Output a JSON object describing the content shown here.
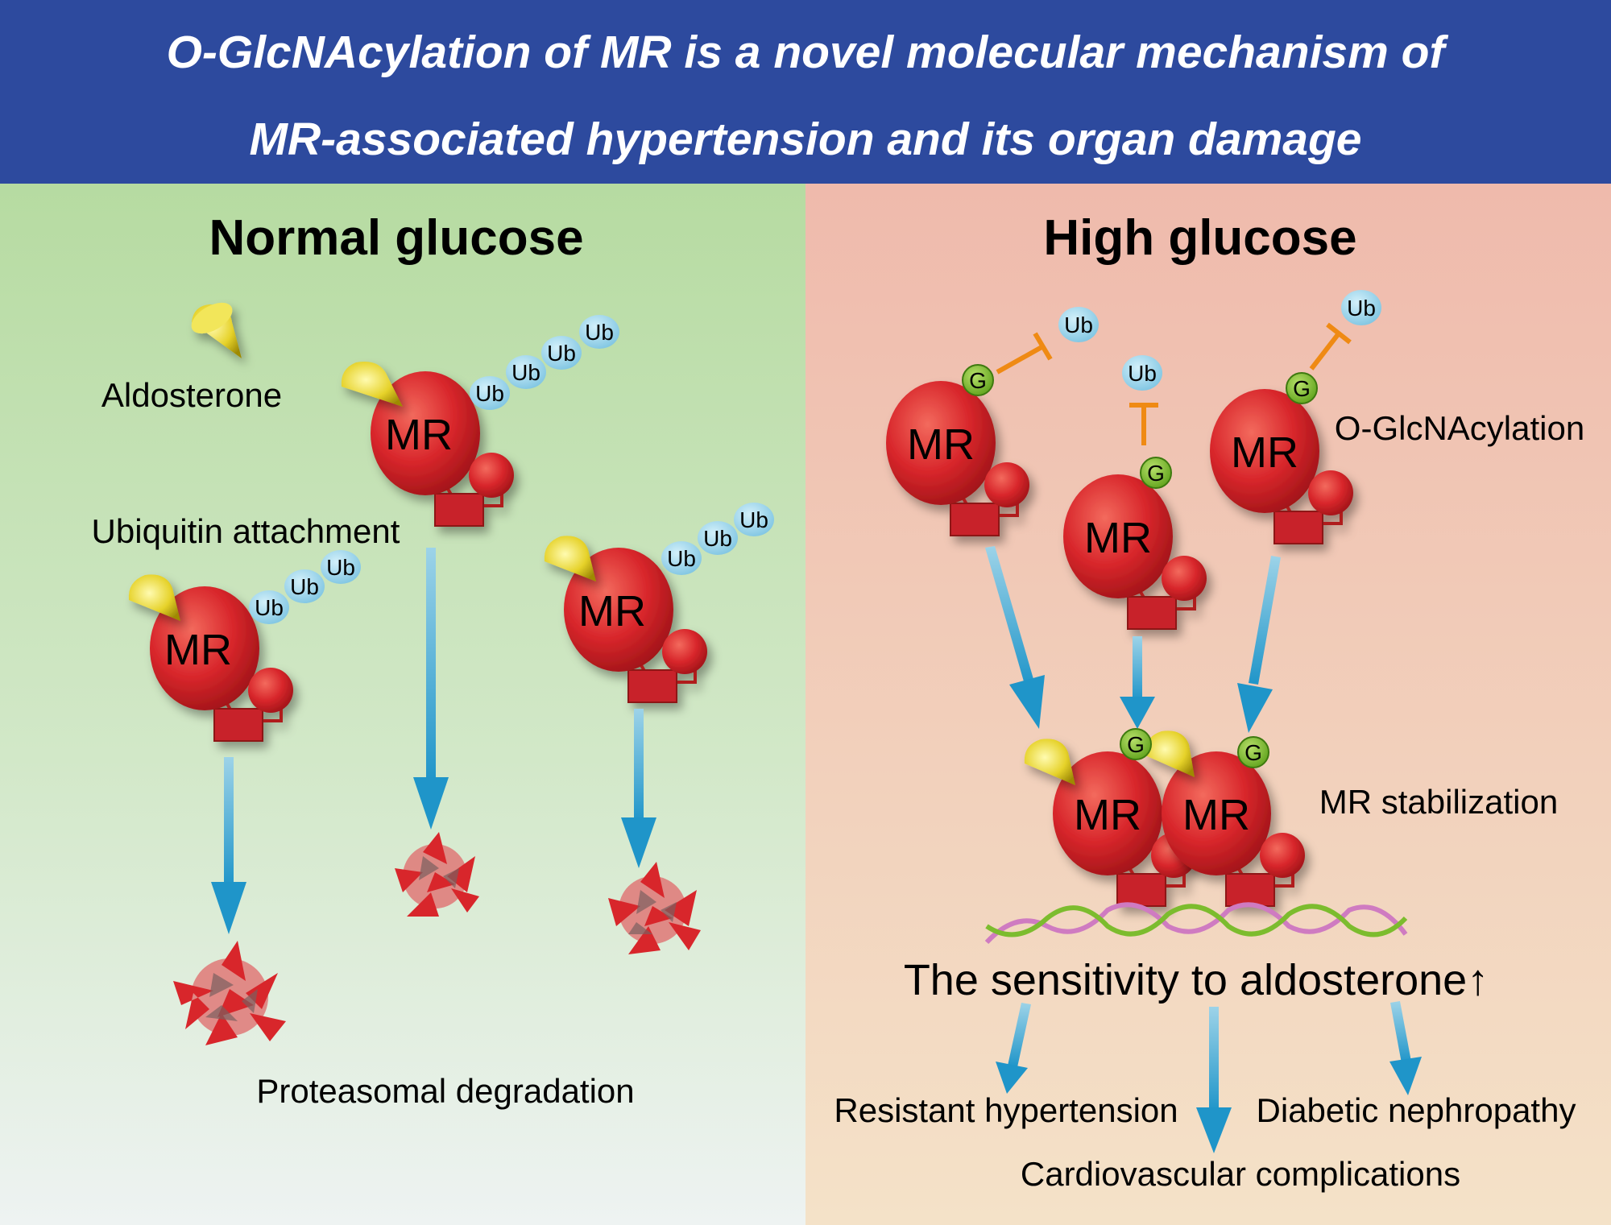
{
  "header": {
    "title_line1": "O-GlcNAcylation of MR is a novel molecular mechanism of",
    "title_line2": "MR-associated hypertension and its organ damage",
    "background_color": "#2d4a9e"
  },
  "left_panel": {
    "title": "Normal glucose",
    "aldosterone_label": "Aldosterone",
    "ubiquitin_label": "Ubiquitin attachment",
    "degradation_label": "Proteasomal degradation",
    "mr_label": "MR",
    "ub_label": "Ub"
  },
  "right_panel": {
    "title": "High glucose",
    "glcnac_label": "O-GlcNAcylation",
    "stabilization_label": "MR stabilization",
    "sensitivity_label": "The sensitivity to aldosterone↑",
    "outcome_1": "Resistant hypertension",
    "outcome_2": "Diabetic nephropathy",
    "outcome_3": "Cardiovascular complications",
    "mr_label": "MR",
    "ub_label": "Ub",
    "g_label": "G"
  },
  "colors": {
    "mr_red": "#d8262b",
    "ub_blue": "#8fd0ea",
    "g_green": "#7cbc2e",
    "arrow_blue": "#2a9fd0",
    "inhibit_orange": "#ef8a14",
    "left_bg_top": "#b8dca2",
    "right_bg_top": "#efbcae"
  }
}
